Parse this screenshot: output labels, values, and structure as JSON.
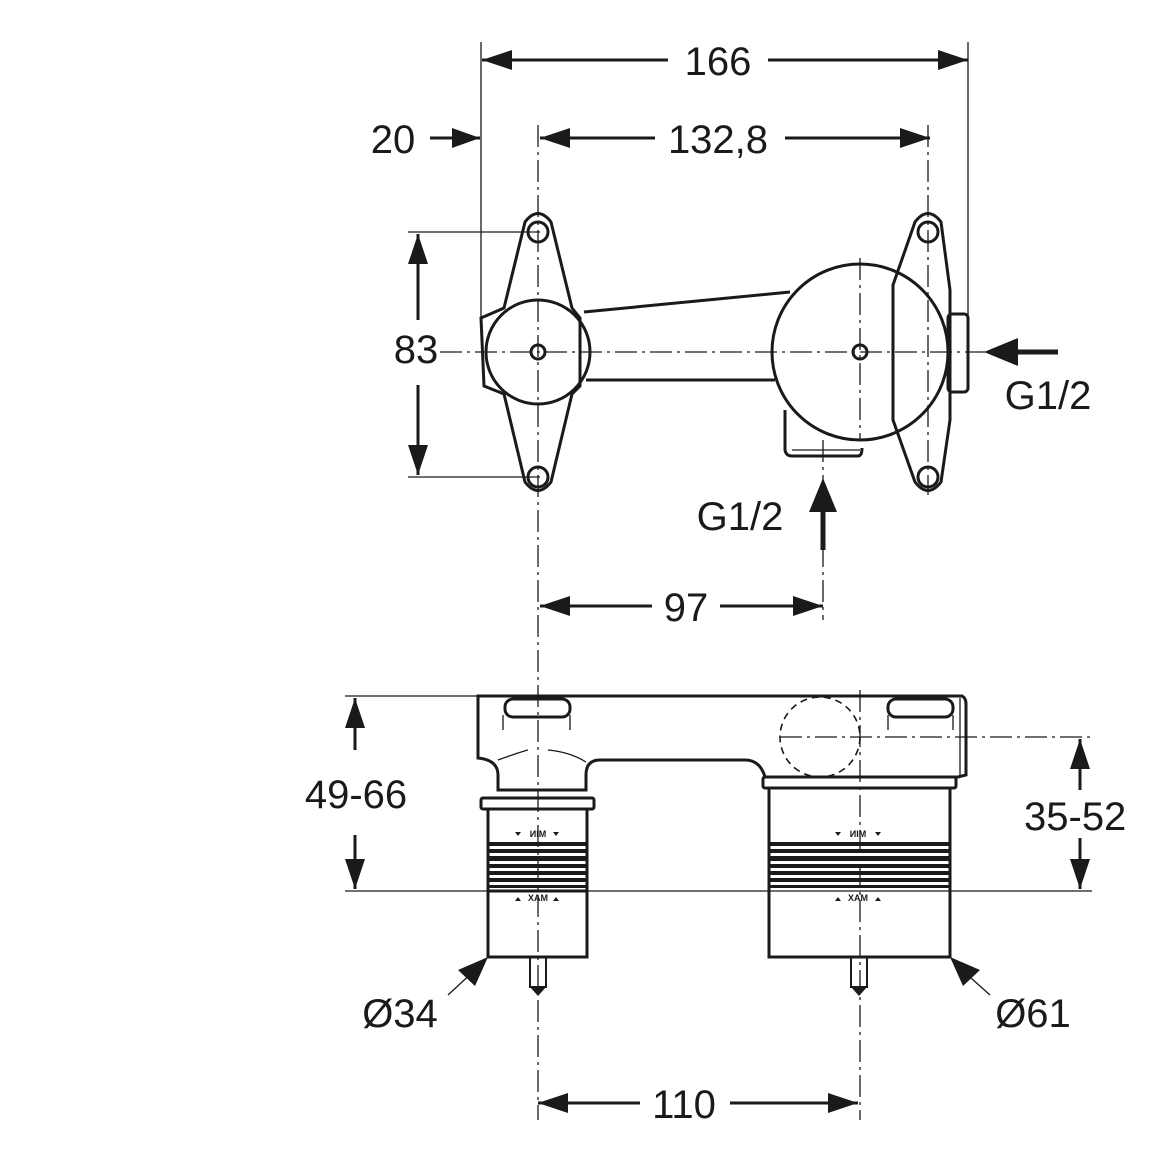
{
  "dimensions": {
    "overall_width": "166",
    "edge_offset": "20",
    "mount_spacing": "132,8",
    "mount_height": "83",
    "inlet_right": "G1/2",
    "inlet_bottom": "G1/2",
    "inlet_offset": "97",
    "depth_left": "49-66",
    "depth_right": "35-52",
    "diameter_left": "Ø34",
    "diameter_right": "Ø61",
    "outlet_spacing": "110"
  },
  "markings": {
    "min": "MIN",
    "max": "MAX"
  }
}
